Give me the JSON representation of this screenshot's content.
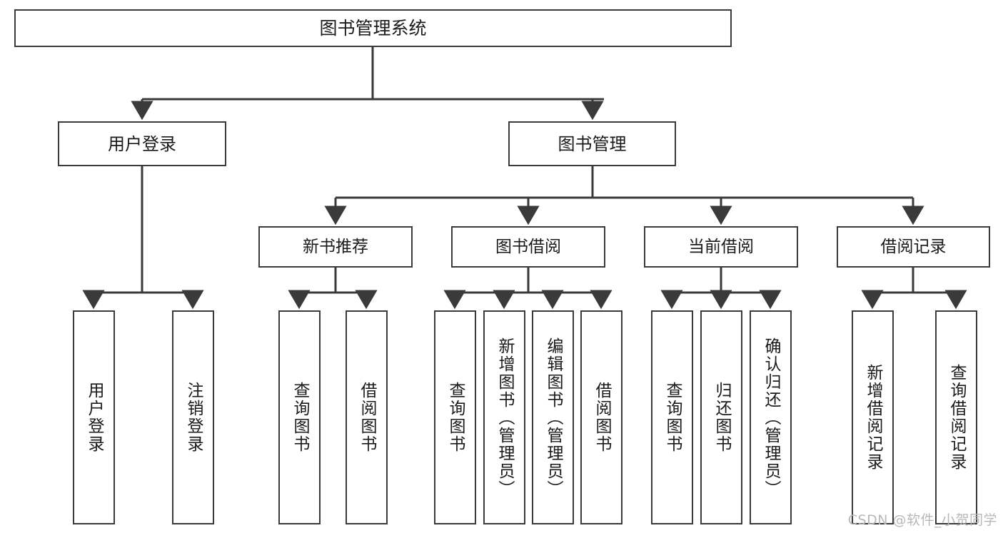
{
  "diagram": {
    "type": "tree-hierarchy",
    "title": "图书管理系统",
    "watermark": "CSDN @软件_小贺同学",
    "colors": {
      "background": "#ffffff",
      "stroke": "#3a3a3a",
      "text": "#1a1a1a",
      "watermark": "#b8b8b8"
    },
    "root": {
      "id": "root",
      "label": "图书管理系统"
    },
    "level2": [
      {
        "id": "user-login",
        "label": "用户登录"
      },
      {
        "id": "book-manage",
        "label": "图书管理"
      }
    ],
    "level3": [
      {
        "id": "new-book-recommend",
        "label": "新书推荐",
        "parent": "book-manage"
      },
      {
        "id": "book-borrow",
        "label": "图书借阅",
        "parent": "book-manage"
      },
      {
        "id": "current-borrow",
        "label": "当前借阅",
        "parent": "book-manage"
      },
      {
        "id": "borrow-record",
        "label": "借阅记录",
        "parent": "book-manage"
      }
    ],
    "leaves": [
      {
        "id": "leaf-user-login",
        "label": "用户登录",
        "parent": "user-login"
      },
      {
        "id": "leaf-user-logout",
        "label": "注销登录",
        "parent": "user-login"
      },
      {
        "id": "leaf-query-book-1",
        "label": "查询图书",
        "parent": "new-book-recommend"
      },
      {
        "id": "leaf-borrow-book-1",
        "label": "借阅图书",
        "parent": "new-book-recommend"
      },
      {
        "id": "leaf-query-book-2",
        "label": "查询图书",
        "parent": "book-borrow"
      },
      {
        "id": "leaf-add-book",
        "label": "新增图书（管理员）",
        "parent": "book-borrow"
      },
      {
        "id": "leaf-edit-book",
        "label": "编辑图书（管理员）",
        "parent": "book-borrow"
      },
      {
        "id": "leaf-borrow-book-2",
        "label": "借阅图书",
        "parent": "book-borrow"
      },
      {
        "id": "leaf-query-book-3",
        "label": "查询图书",
        "parent": "current-borrow"
      },
      {
        "id": "leaf-return-book",
        "label": "归还图书",
        "parent": "current-borrow"
      },
      {
        "id": "leaf-confirm-return",
        "label": "确认归还（管理员）",
        "parent": "current-borrow"
      },
      {
        "id": "leaf-add-record",
        "label": "新增借阅记录",
        "parent": "borrow-record"
      },
      {
        "id": "leaf-query-record",
        "label": "查询借阅记录",
        "parent": "borrow-record"
      }
    ]
  }
}
